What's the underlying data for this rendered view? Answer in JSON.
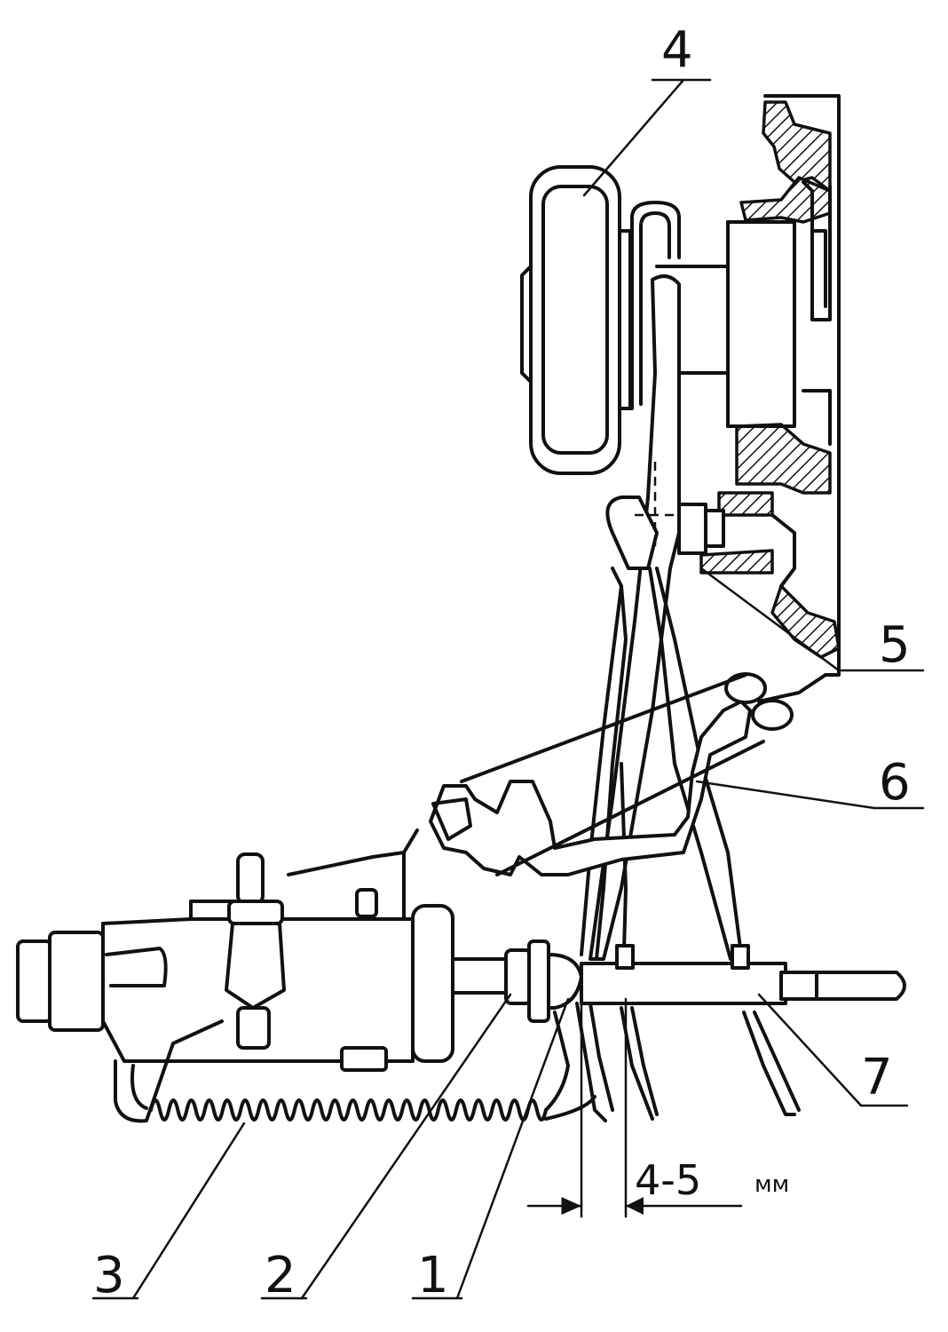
{
  "callouts": {
    "c1": "1",
    "c2": "2",
    "c3": "3",
    "c4": "4",
    "c5": "5",
    "c6": "6",
    "c7": "7"
  },
  "dimension": {
    "value": "4-5",
    "unit": "мм"
  }
}
